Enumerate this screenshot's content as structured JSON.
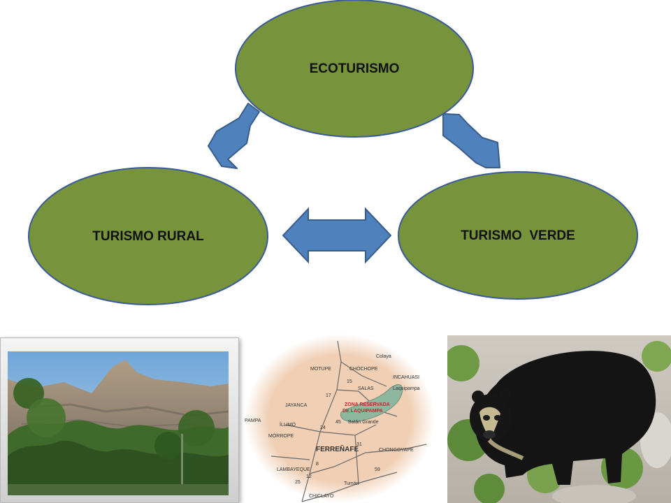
{
  "nodes": {
    "ecoturismo": "ECOTURISMO",
    "turismo_rural": "TURISMO RURAL",
    "turismo_verde": "TURISMO  VERDE"
  },
  "colors": {
    "node_fill": "#77933c",
    "node_border": "#3a5a9a",
    "arrow_fill": "#4f81bd",
    "arrow_border": "#385d8a"
  },
  "map": {
    "places": [
      "MOTUPE",
      "CHÓCHOPE",
      "Colaya",
      "INCAHUASI",
      "SALAS",
      "Laquipampa",
      "JAYANCA",
      "ÍLLIMO",
      "Batán Grande",
      "MÓRROPE",
      "FERREÑAFE",
      "CHONGOYAPE",
      "Tumán",
      "CHICLAYO",
      "PAMPA",
      "LAMBAYEQUE"
    ],
    "zone_line1": "ZONA RESERVADA",
    "zone_line2": "DE LAQUIPAMPA",
    "road_numbers": [
      "15",
      "17",
      "45",
      "24",
      "31",
      "59",
      "25",
      "12",
      "8"
    ]
  }
}
